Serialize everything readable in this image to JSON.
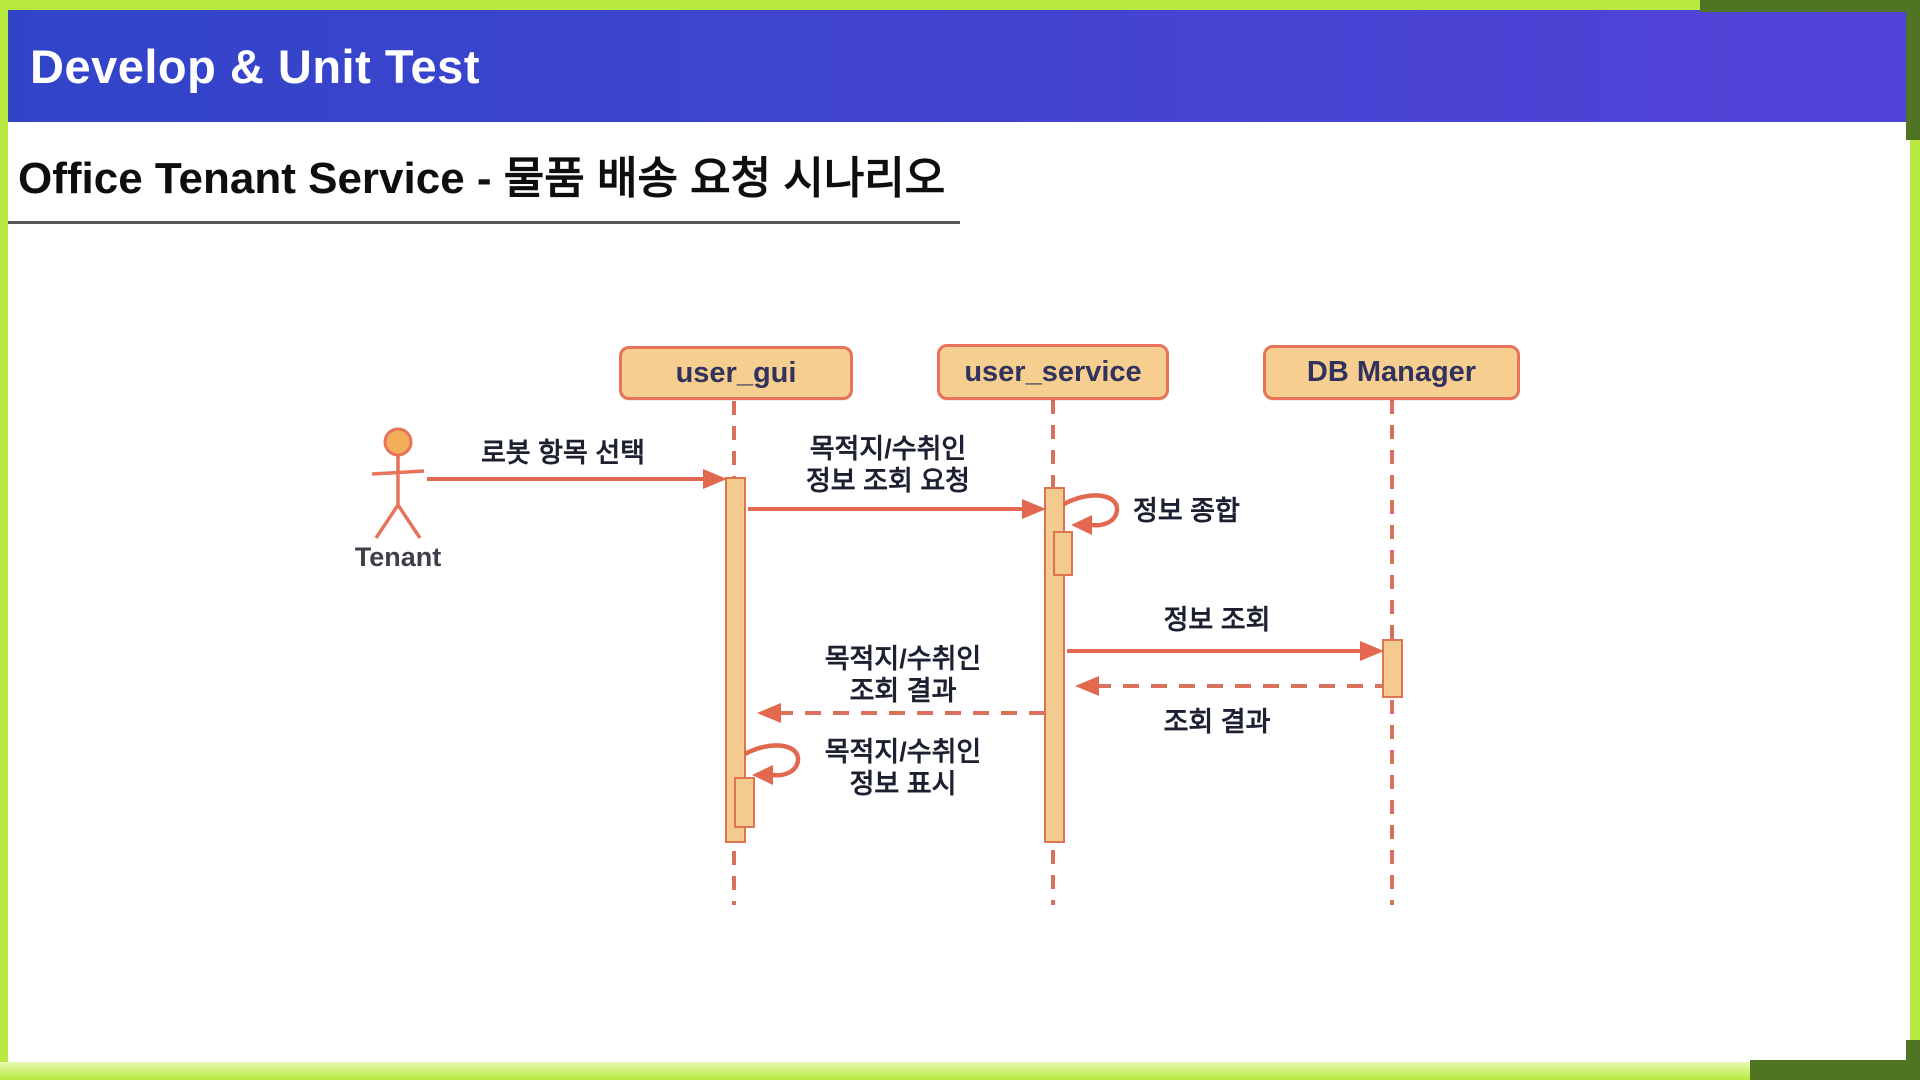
{
  "banner": {
    "title": "Develop & Unit Test"
  },
  "page": {
    "title": "Office Tenant Service - 물품 배송 요청 시나리오"
  },
  "diagram": {
    "actor": {
      "name": "Tenant"
    },
    "lifelines": [
      {
        "label": "user_gui"
      },
      {
        "label": "user_service"
      },
      {
        "label": "DB Manager"
      }
    ],
    "messages": [
      {
        "id": "m1",
        "label": "로봇 항목 선택",
        "from": "Tenant",
        "to": "user_gui",
        "line": "solid"
      },
      {
        "id": "m2",
        "line1": "목적지/수취인",
        "line2": "정보 조회 요청",
        "from": "user_gui",
        "to": "user_service",
        "line": "solid"
      },
      {
        "id": "m3",
        "label": "정보 종합",
        "type": "self",
        "on": "user_service"
      },
      {
        "id": "m4",
        "label": "정보 조회",
        "from": "user_service",
        "to": "DB Manager",
        "line": "solid"
      },
      {
        "id": "m5",
        "label": "조회 결과",
        "from": "DB Manager",
        "to": "user_service",
        "line": "dashed"
      },
      {
        "id": "m6",
        "line1": "목적지/수취인",
        "line2": "조회 결과",
        "from": "user_service",
        "to": "user_gui",
        "line": "dashed"
      },
      {
        "id": "m7",
        "line1": "목적지/수취인",
        "line2": "정보 표시",
        "type": "self",
        "on": "user_gui"
      }
    ],
    "colors": {
      "banner_left": "#3144c8",
      "banner_right": "#5243d8",
      "frame_lime": "#b7e93e",
      "frame_olive": "#4e7424",
      "box_fill": "#f6ce90",
      "box_border": "#e8735a",
      "activation_fill": "#f4cb8e",
      "activation_border": "#e0734f",
      "arrow": "#e2694f",
      "lifeline_dash": "#d9705c",
      "label_text": "#1c2030",
      "box_text": "#32335c"
    }
  }
}
